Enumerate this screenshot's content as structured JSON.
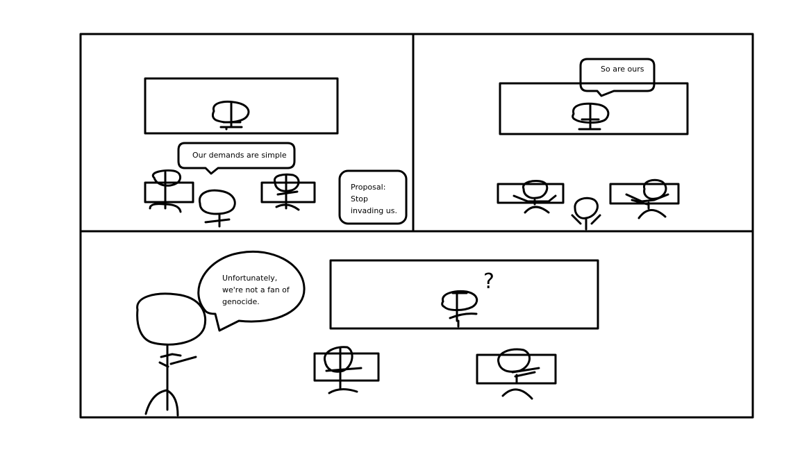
{
  "panels": {
    "top_left": {
      "speech": "Our demands are simple",
      "note": [
        "Proposal:",
        "Stop",
        "invading us."
      ]
    },
    "top_right": {
      "speech": "So are ours"
    },
    "bottom": {
      "speech": [
        "Unfortunately,",
        "we're not a fan of",
        "genocide."
      ],
      "question_mark": "?"
    }
  },
  "colors": {
    "ink": "#000000",
    "paper": "#ffffff"
  }
}
